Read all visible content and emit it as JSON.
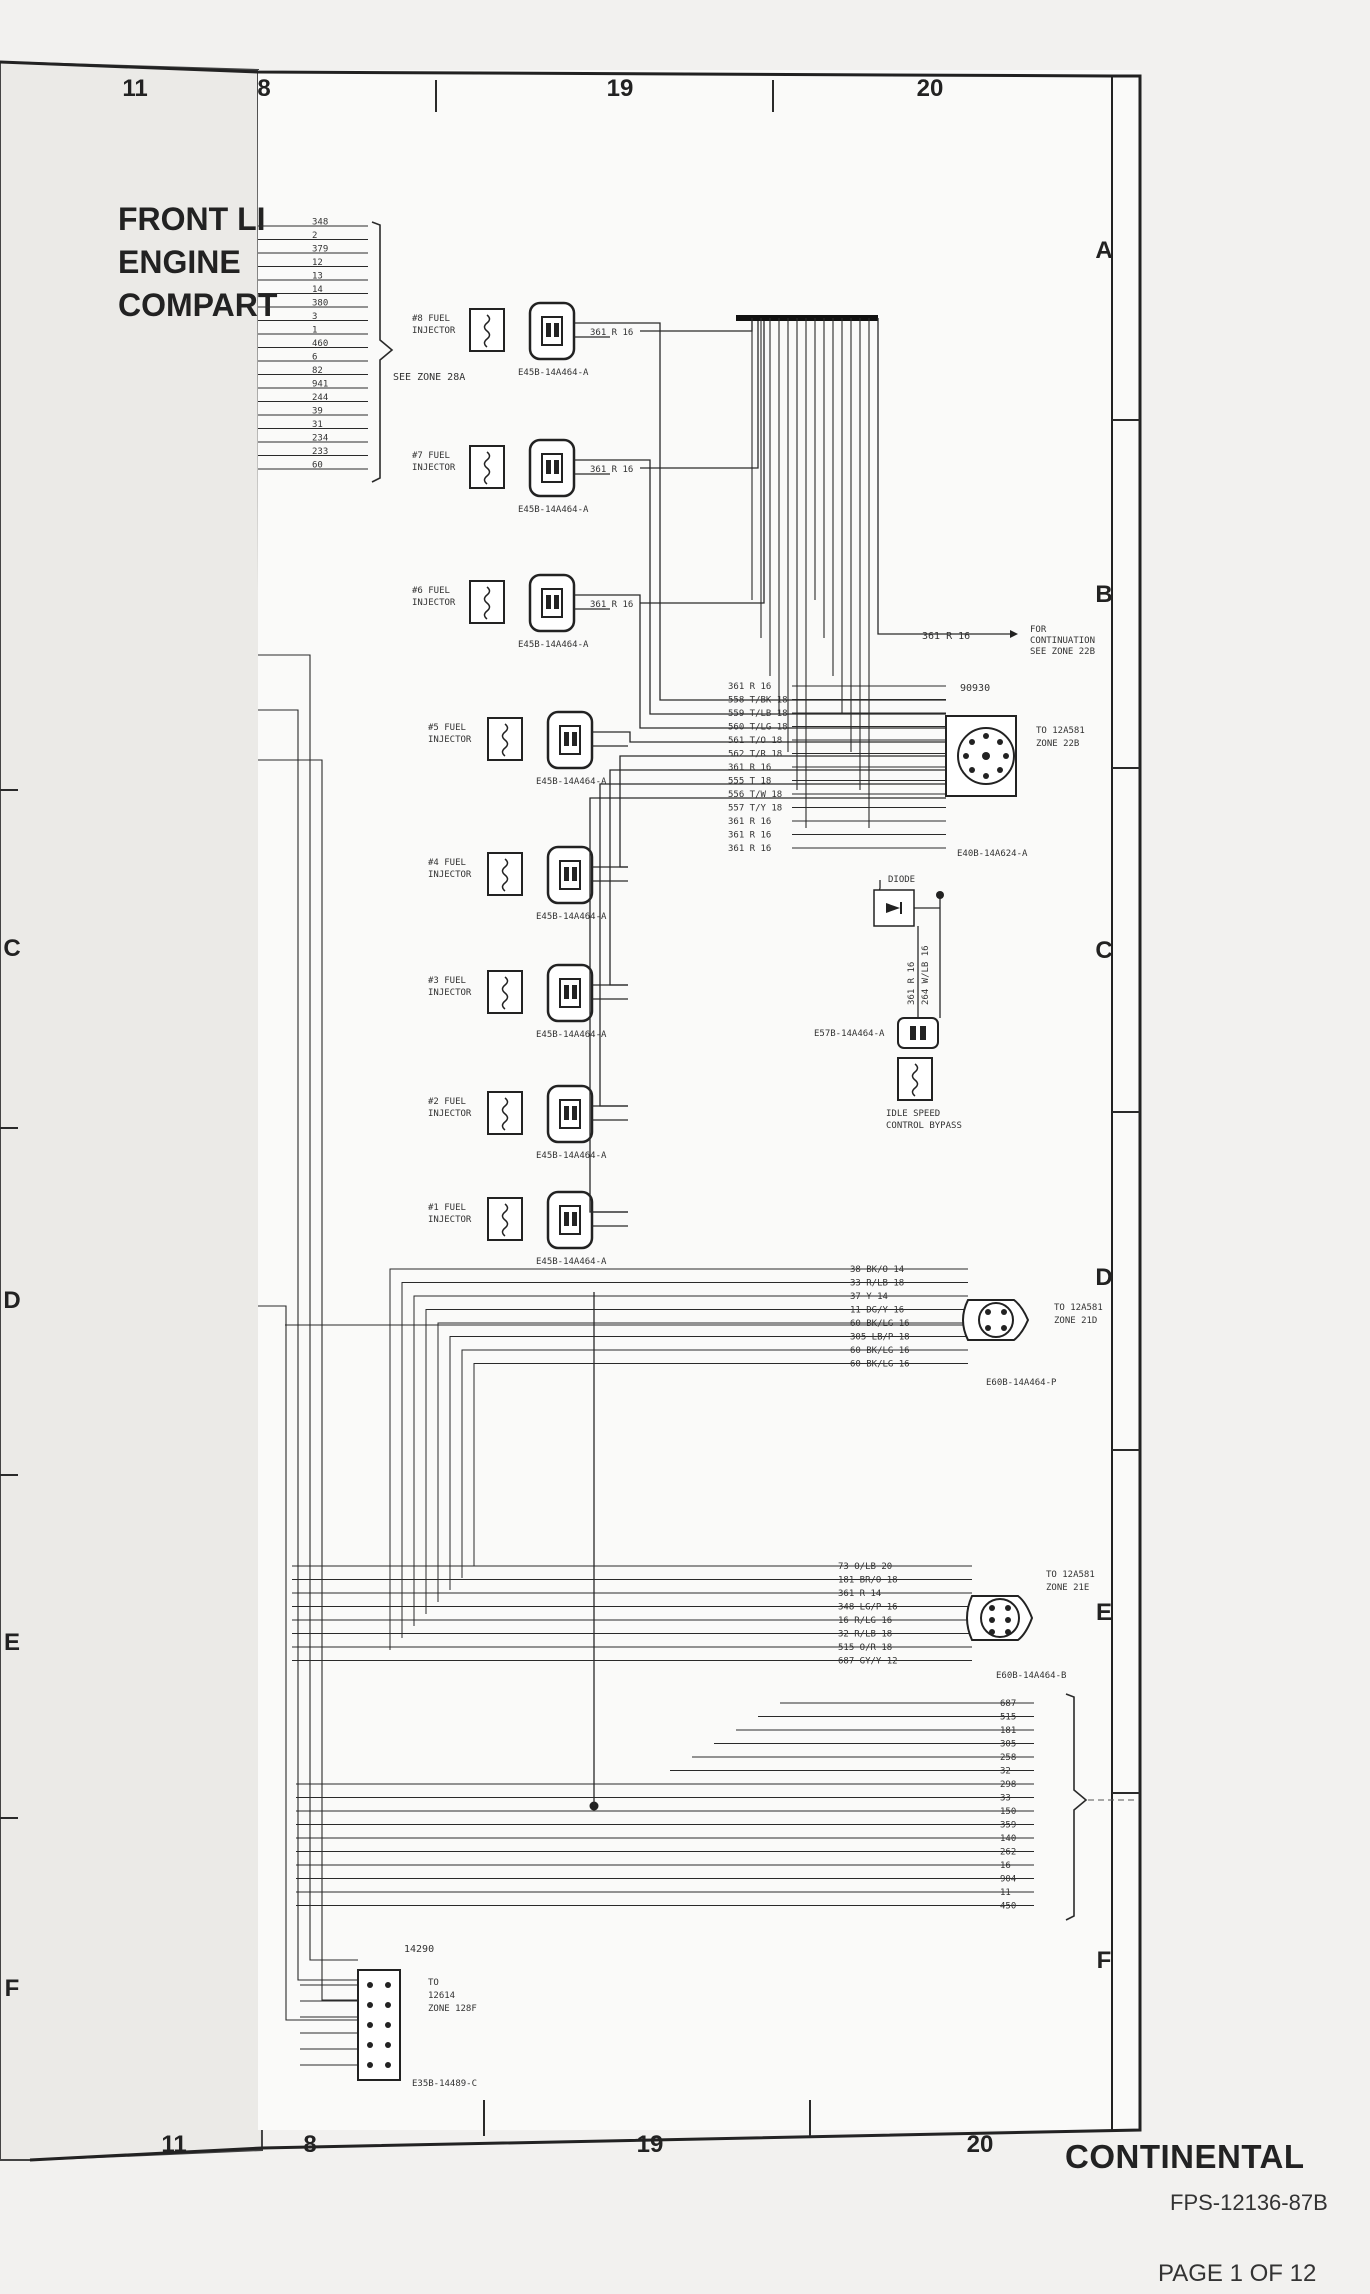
{
  "page": {
    "title_lines": [
      "FRONT LI",
      "ENGINE",
      "COMPART"
    ],
    "footer_title": "CONTINENTAL",
    "footer_doc": "FPS-12136-87B",
    "footer_page": "PAGE 1 OF 12"
  },
  "grid": {
    "top_cols": [
      "11",
      "8",
      "19",
      "20"
    ],
    "bottom_cols": [
      "11",
      "8",
      "19",
      "20"
    ],
    "right_rows": [
      "A",
      "B",
      "C",
      "D",
      "E",
      "F"
    ],
    "left_rows": [
      "C",
      "D",
      "E",
      "F"
    ]
  },
  "left_bundle": {
    "circuits": [
      "348",
      "2",
      "379",
      "12",
      "13",
      "14",
      "380",
      "3",
      "1",
      "460",
      "6",
      "82",
      "941",
      "244",
      "39",
      "31",
      "234",
      "233",
      "60"
    ],
    "ref": "SEE ZONE 28A"
  },
  "injectors": [
    {
      "name": "#8 FUEL",
      "sub": "INJECTOR",
      "part": "E45B-14A464-A",
      "wire": "361 R 16"
    },
    {
      "name": "#7 FUEL",
      "sub": "INJECTOR",
      "part": "E45B-14A464-A",
      "wire": "361 R 16"
    },
    {
      "name": "#6 FUEL",
      "sub": "INJECTOR",
      "part": "E45B-14A464-A",
      "wire": "361 R 16"
    },
    {
      "name": "#5 FUEL",
      "sub": "INJECTOR",
      "part": "E45B-14A464-A",
      "wire": ""
    },
    {
      "name": "#4 FUEL",
      "sub": "INJECTOR",
      "part": "E45B-14A464-A",
      "wire": ""
    },
    {
      "name": "#3 FUEL",
      "sub": "INJECTOR",
      "part": "E45B-14A464-A",
      "wire": ""
    },
    {
      "name": "#2 FUEL",
      "sub": "INJECTOR",
      "part": "E45B-14A464-A",
      "wire": ""
    },
    {
      "name": "#1 FUEL",
      "sub": "INJECTOR",
      "part": "E45B-14A464-A",
      "wire": ""
    }
  ],
  "continuation": {
    "wire": "361 R 16",
    "text1": "FOR",
    "text2": "CONTINUATION",
    "text3": "SEE ZONE 22B"
  },
  "connector_90930": {
    "id": "90930",
    "wires": [
      "361 R 16",
      "558 T/BK 18",
      "559 T/LB 18",
      "560 T/LG 18",
      "561 T/O 18",
      "562 T/R 18",
      "361 R 16",
      "555 T 18",
      "556 T/W 18",
      "557 T/Y 18",
      "361 R 16",
      "361 R 16",
      "361 R 16"
    ],
    "to1": "TO 12A581",
    "to2": "ZONE 22B",
    "part": "E40B-14A624-A"
  },
  "diode": {
    "label": "DIODE",
    "w1": "361 R 16",
    "w2": "264 W/LB 16",
    "part": "E57B-14A464-A",
    "isc1": "IDLE SPEED",
    "isc2": "CONTROL BYPASS"
  },
  "connector_d": {
    "wires": [
      "38 BK/O 14",
      "33 R/LB 18",
      "37 Y 14",
      "11 DG/Y 16",
      "60 BK/LG 16",
      "305 LB/P 18",
      "60 BK/LG 16",
      "60 BK/LG 16"
    ],
    "to1": "TO 12A581",
    "to2": "ZONE 21D",
    "part": "E60B-14A464-P"
  },
  "connector_e": {
    "wires": [
      "73 O/LB 20",
      "181 BR/O 18",
      "361 R 14",
      "348 LG/P 16",
      "16 R/LG 16",
      "32 R/LB 18",
      "515 O/R 18",
      "687 GY/Y 12"
    ],
    "to1": "TO 12A581",
    "to2": "ZONE 21E",
    "part": "E60B-14A464-B"
  },
  "right_bundle": {
    "circuits": [
      "687",
      "515",
      "181",
      "305",
      "258",
      "32",
      "298",
      "33",
      "150",
      "359",
      "140",
      "262",
      "16",
      "904",
      "11",
      "450"
    ]
  },
  "connector_f": {
    "id": "14290",
    "t1": "TO",
    "t2": "12614",
    "t3": "ZONE 128F",
    "part": "E35B-14489-C"
  }
}
